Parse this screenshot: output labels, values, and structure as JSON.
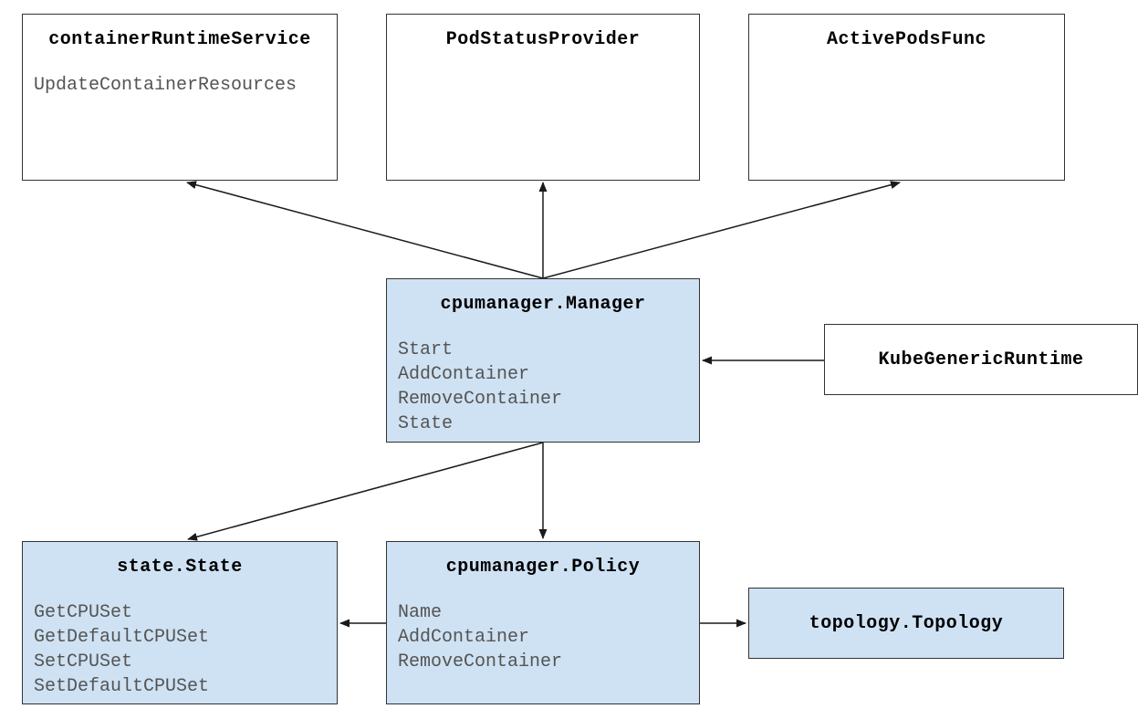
{
  "diagram": {
    "boxes": {
      "containerRuntimeService": {
        "title": "containerRuntimeService",
        "methods": [
          "UpdateContainerResources"
        ]
      },
      "podStatusProvider": {
        "title": "PodStatusProvider",
        "methods": []
      },
      "activePodsFunc": {
        "title": "ActivePodsFunc",
        "methods": []
      },
      "cpumanagerManager": {
        "title": "cpumanager.Manager",
        "methods": [
          "Start",
          "AddContainer",
          "RemoveContainer",
          "State"
        ]
      },
      "kubeGenericRuntime": {
        "title": "KubeGenericRuntime",
        "methods": []
      },
      "stateState": {
        "title": "state.State",
        "methods": [
          "GetCPUSet",
          "GetDefaultCPUSet",
          "SetCPUSet",
          "SetDefaultCPUSet"
        ]
      },
      "cpumanagerPolicy": {
        "title": "cpumanager.Policy",
        "methods": [
          "Name",
          "AddContainer",
          "RemoveContainer"
        ]
      },
      "topologyTopology": {
        "title": "topology.Topology",
        "methods": []
      }
    },
    "arrows": [
      {
        "from": "cpumanager.Manager",
        "to": "containerRuntimeService"
      },
      {
        "from": "cpumanager.Manager",
        "to": "PodStatusProvider"
      },
      {
        "from": "cpumanager.Manager",
        "to": "ActivePodsFunc"
      },
      {
        "from": "KubeGenericRuntime",
        "to": "cpumanager.Manager"
      },
      {
        "from": "cpumanager.Manager",
        "to": "state.State"
      },
      {
        "from": "cpumanager.Manager",
        "to": "cpumanager.Policy"
      },
      {
        "from": "cpumanager.Policy",
        "to": "state.State"
      },
      {
        "from": "cpumanager.Policy",
        "to": "topology.Topology"
      }
    ],
    "colors": {
      "highlight_fill": "#cfe2f3",
      "plain_fill": "#ffffff",
      "border": "#333333",
      "title_text": "#000000",
      "method_text": "#545454",
      "arrow": "#1a1a1a"
    }
  }
}
